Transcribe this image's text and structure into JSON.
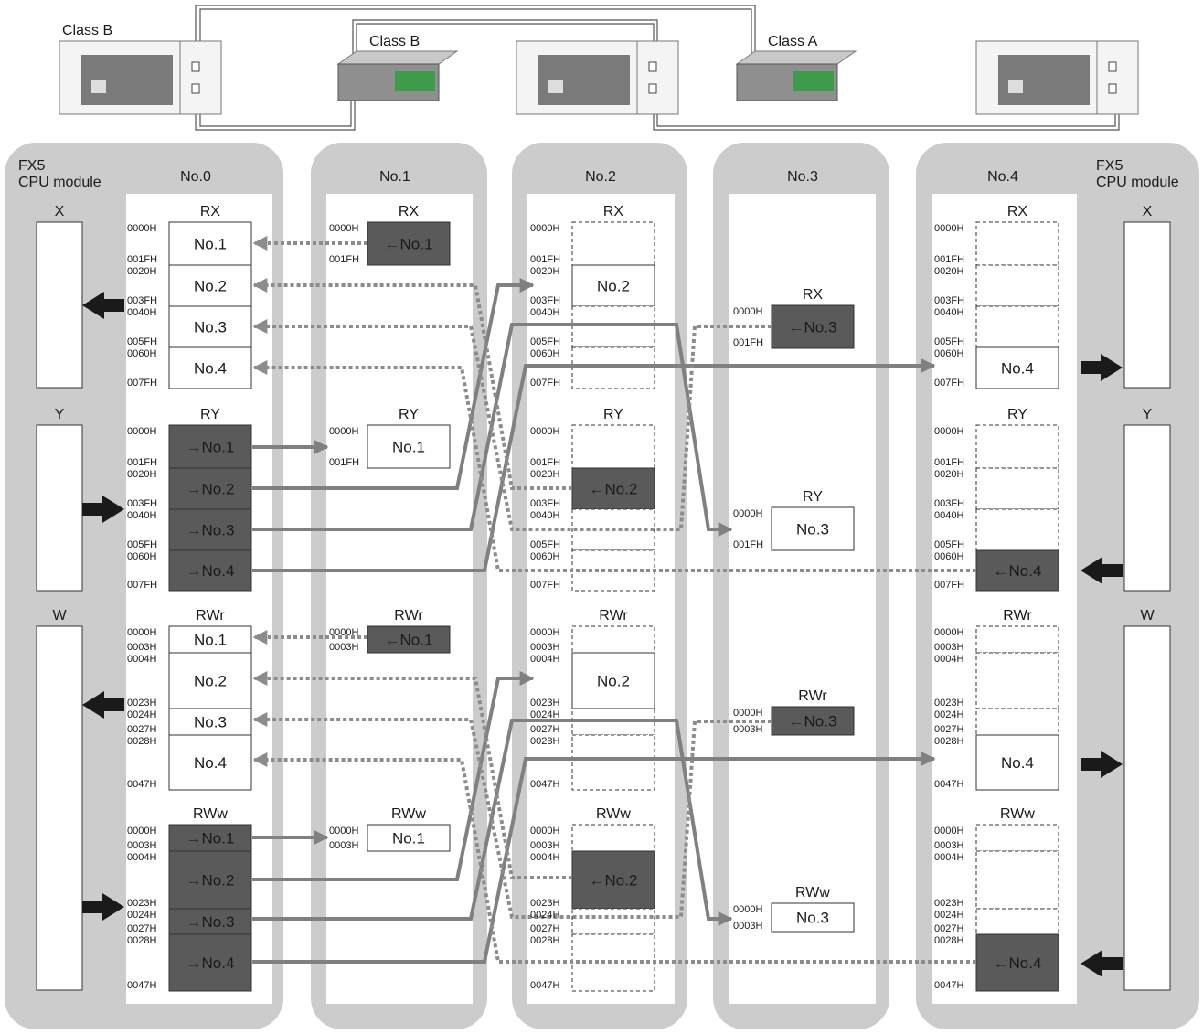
{
  "hardware": {
    "labels": {
      "class_b_left": "Class B",
      "class_b_mid": "Class B",
      "class_a": "Class A"
    }
  },
  "columns": {
    "fx5_left": "FX5\nCPU module",
    "fx5_right": "FX5\nCPU module",
    "station_titles": [
      "No.0",
      "No.1",
      "No.2",
      "No.3",
      "No.4"
    ]
  },
  "device_labels": {
    "x": "X",
    "y": "Y",
    "w": "W"
  },
  "area_headers": {
    "rx": "RX",
    "ry": "RY",
    "rwr": "RWr",
    "rww": "RWw"
  },
  "addresses": {
    "rx": [
      "0000H",
      "001FH",
      "0020H",
      "003FH",
      "0040H",
      "005FH",
      "0060H",
      "007FH"
    ],
    "rw": [
      "0000H",
      "0003H",
      "0004H",
      "0023H",
      "0024H",
      "0027H",
      "0028H",
      "0047H"
    ]
  },
  "cells": {
    "send": [
      "→No.1",
      "→No.2",
      "→No.3",
      "→No.4"
    ],
    "recv": [
      "←No.1",
      "←No.2",
      "←No.3",
      "←No.4"
    ],
    "plain": [
      "No.1",
      "No.2",
      "No.3",
      "No.4"
    ]
  },
  "colors": {
    "panel": "#cccccc",
    "dark_cell": "#5a5a5a",
    "arrow": "#808080",
    "dotted": "#8c8c8c",
    "black_arrow": "#1a1a1a"
  }
}
